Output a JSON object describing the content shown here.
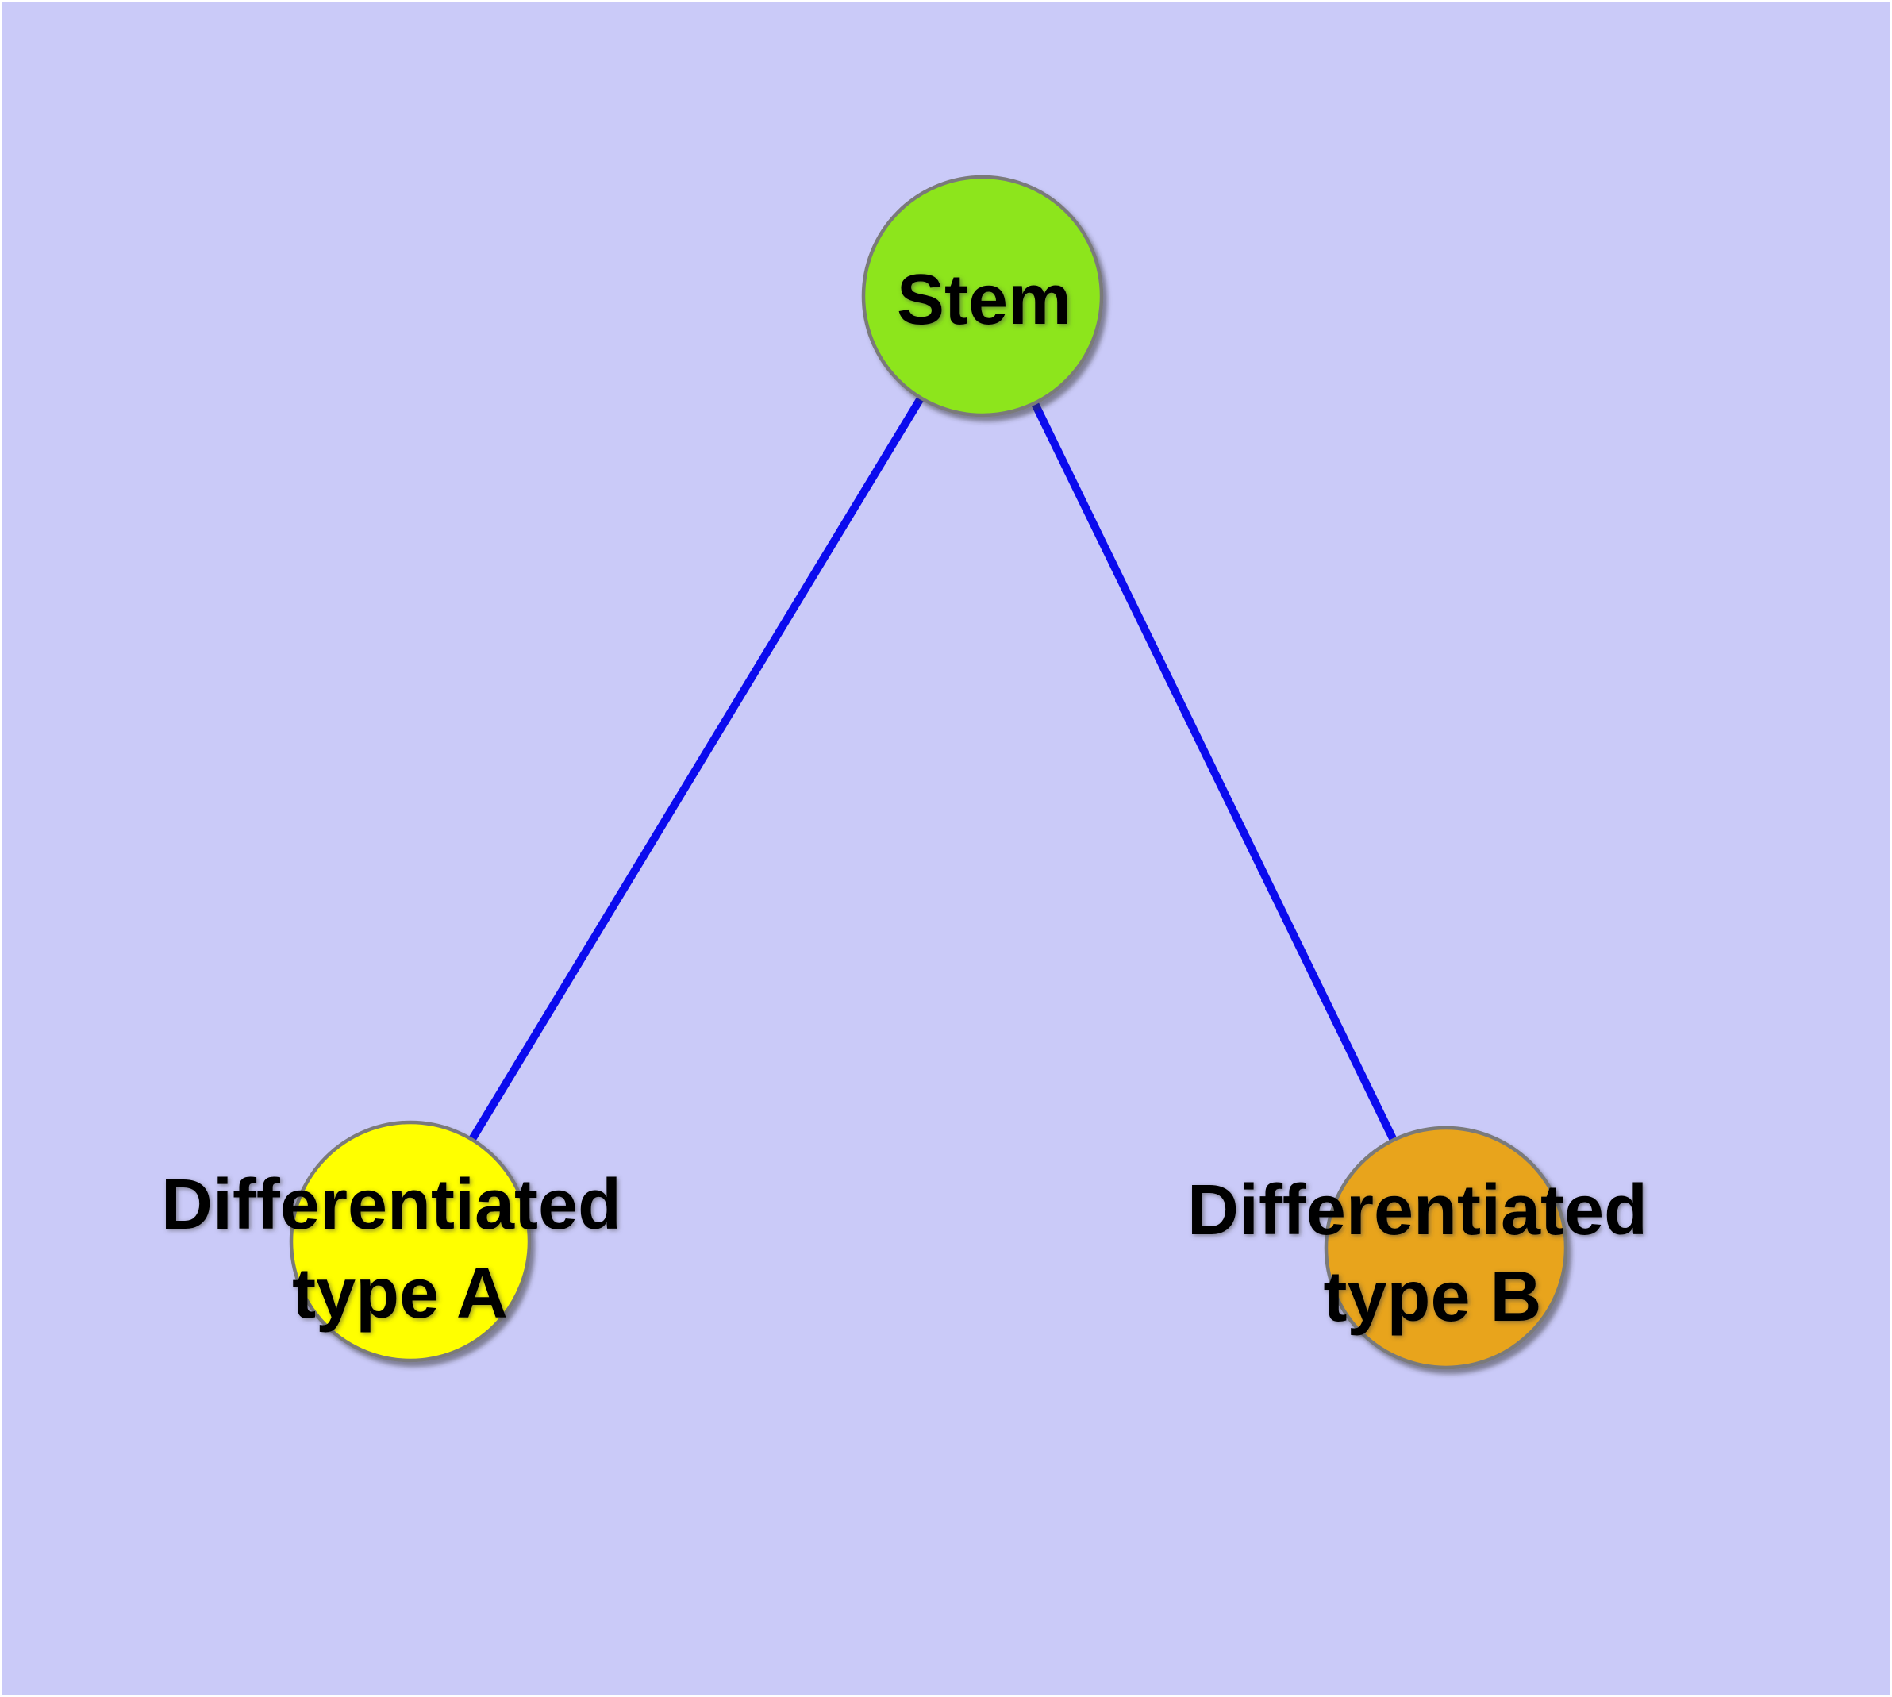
{
  "diagram": {
    "nodes": {
      "stem": {
        "label": "Stem",
        "fill": "#8de51c"
      },
      "type_a": {
        "line1": "Differentiated",
        "line2": "type A",
        "fill": "#ffff00"
      },
      "type_b": {
        "line1": "Differentiated",
        "line2": "type B",
        "fill": "#e8a41f"
      }
    },
    "edges": [
      {
        "from": "Stem",
        "to": "Differentiated type A"
      },
      {
        "from": "Stem",
        "to": "Differentiated type B"
      }
    ],
    "colors": {
      "background": "#cacaf8",
      "page_border": "#ffffff",
      "node_stroke": "#7a7a7a",
      "edge": "#0b0bee",
      "text": "#000000"
    }
  }
}
